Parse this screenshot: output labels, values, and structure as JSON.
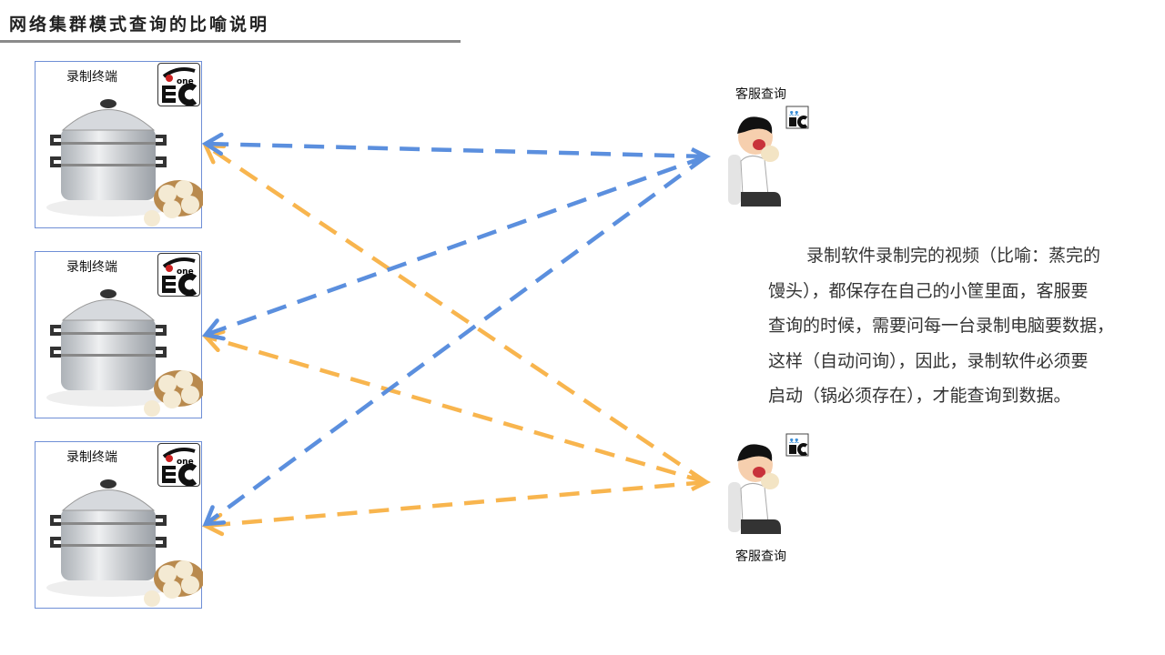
{
  "title": "网络集群模式查询的比喻说明",
  "terminals": [
    {
      "label": "录制终端"
    },
    {
      "label": "录制终端"
    },
    {
      "label": "录制终端"
    }
  ],
  "clients": [
    {
      "label": "客服查询"
    },
    {
      "label": "客服查询"
    }
  ],
  "description": {
    "lines": [
      "录制软件录制完的视频（比喻：蒸完的",
      "馒头），都保存在自己的小筐里面，客服要",
      "查询的时候，需要问每一台录制电脑要数据，",
      "这样（自动问询），因此，录制软件必须要",
      "启动（锅必须存在），才能查询到数据。"
    ]
  },
  "colors": {
    "blue_arrow": "#5b8fde",
    "orange_arrow": "#f8b54e",
    "frame": "#6f8fd6"
  }
}
